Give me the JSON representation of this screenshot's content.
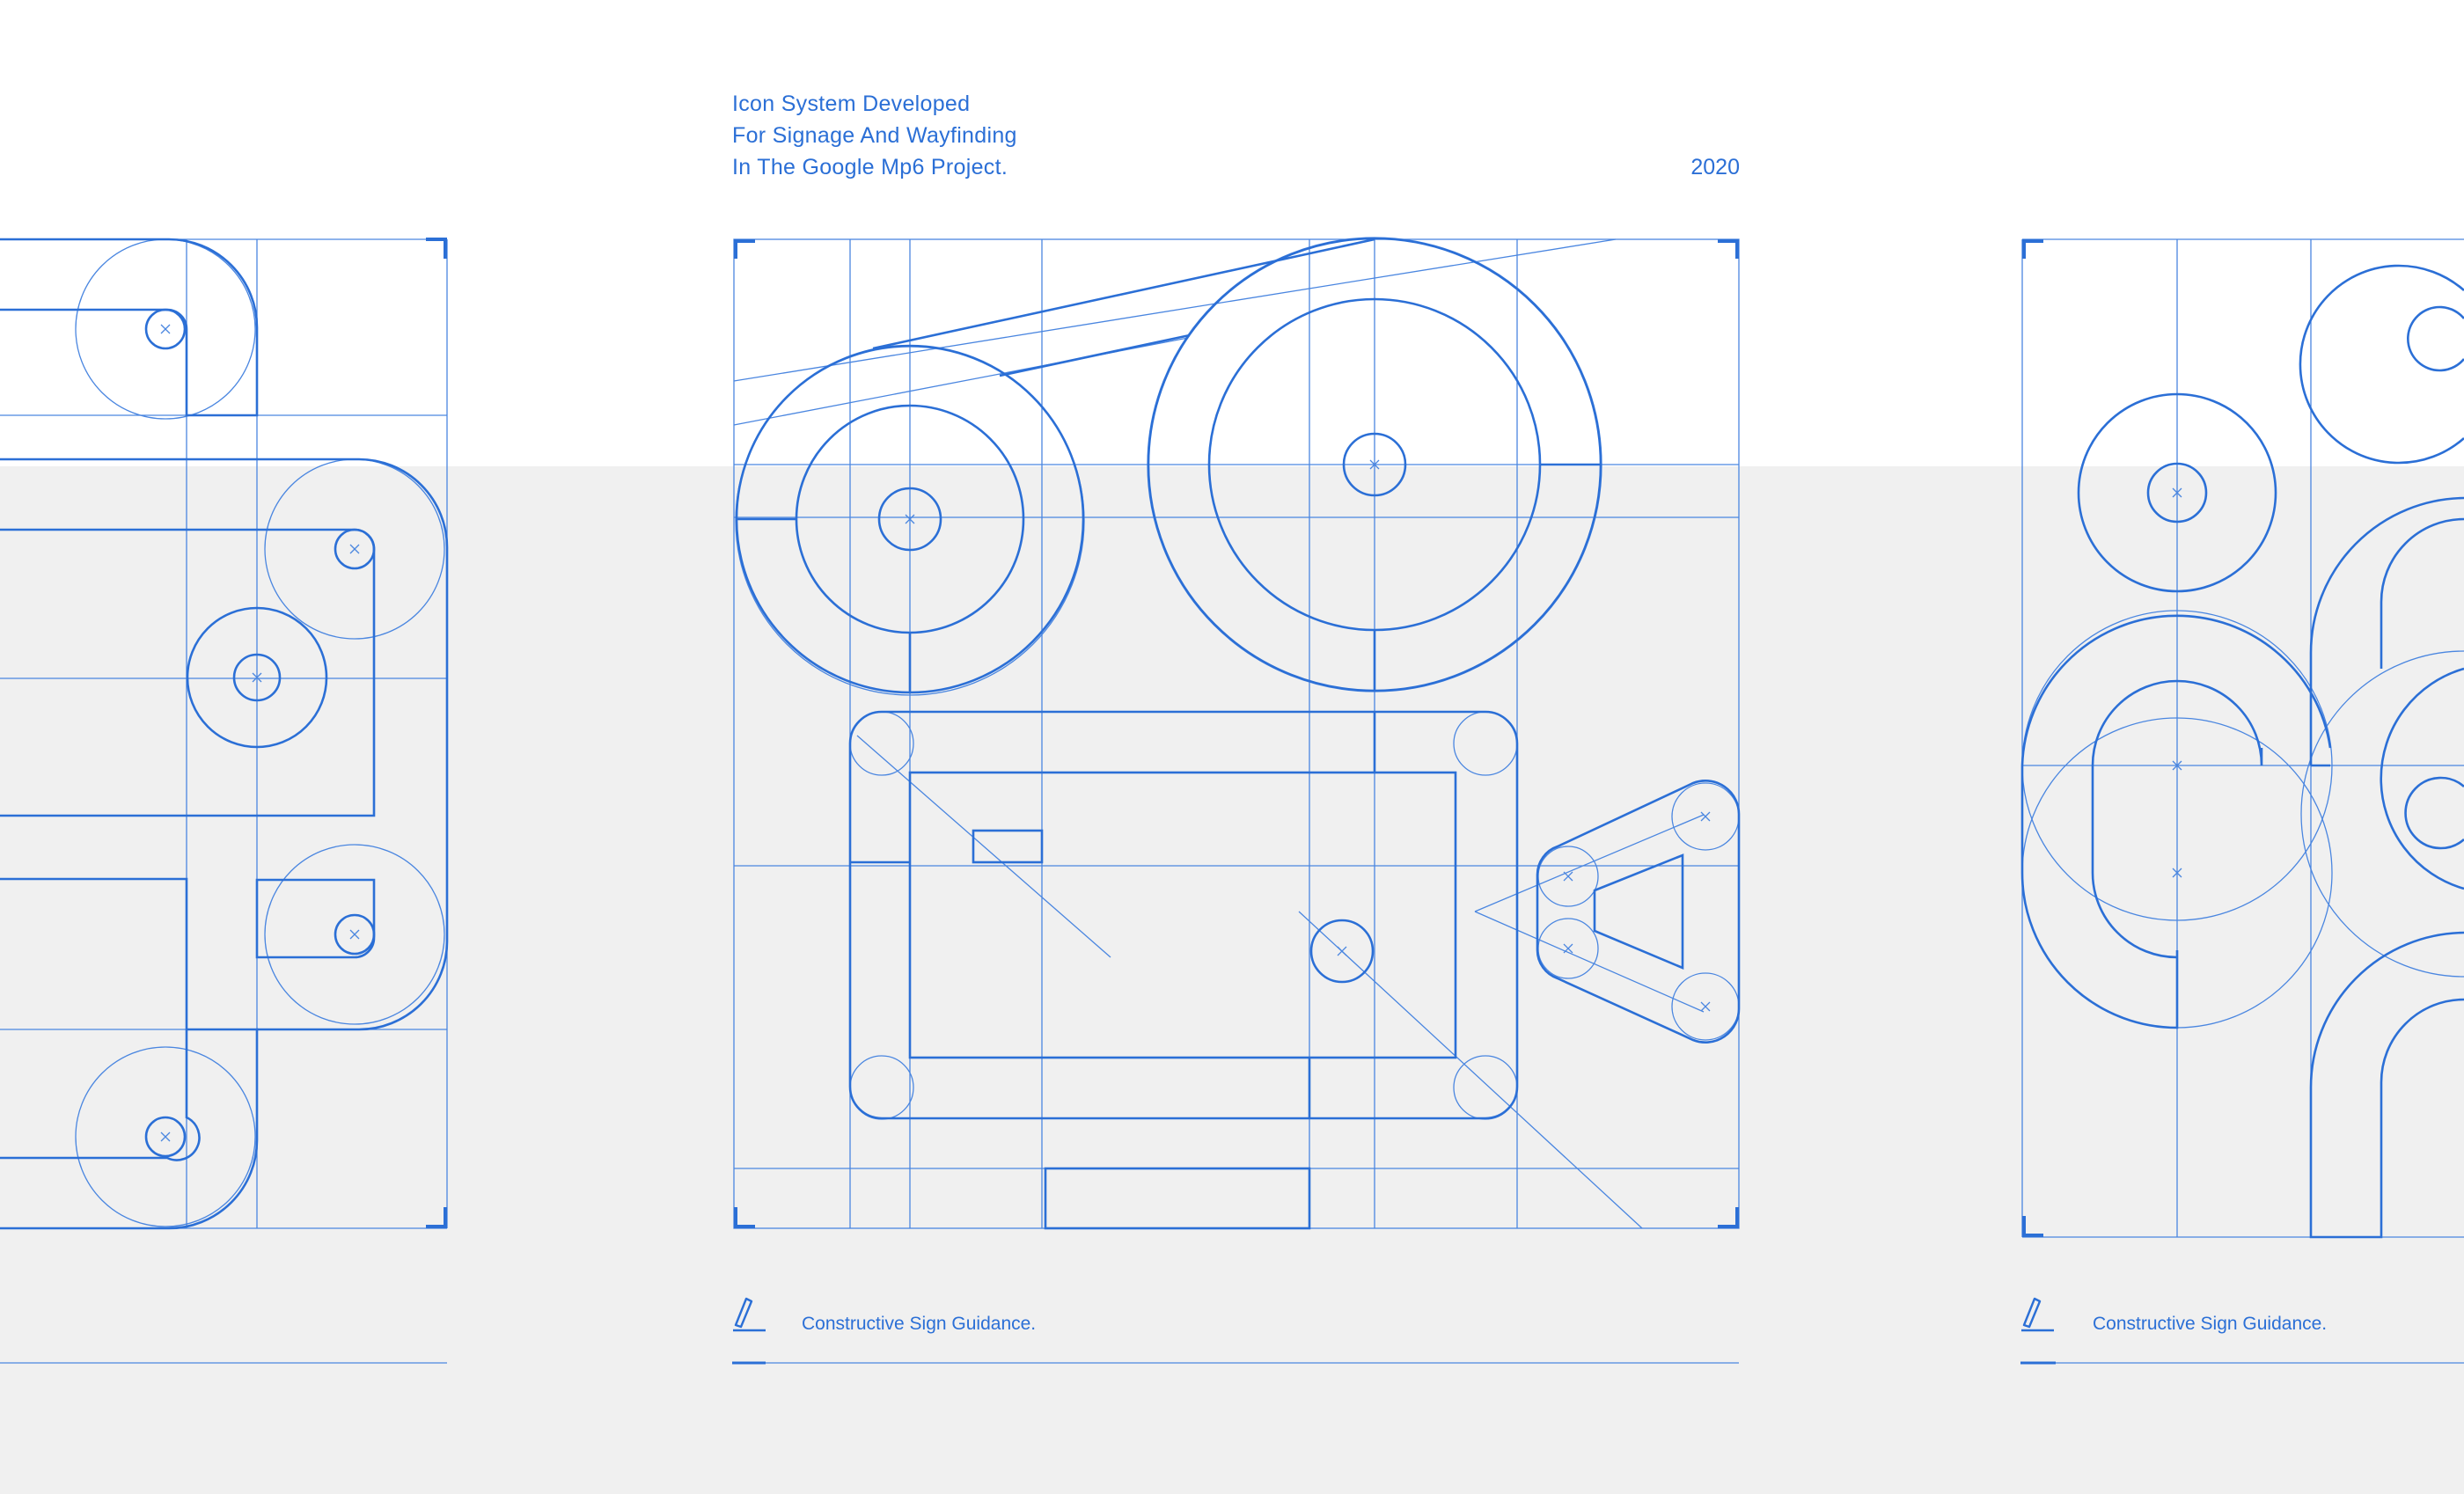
{
  "header": {
    "title_lines": [
      "Icon System Developed",
      "For Signage And Wayfinding",
      "In The Google Mp6 Project."
    ],
    "year": "2020"
  },
  "panels": [
    {
      "id": "left",
      "caption": ""
    },
    {
      "id": "center",
      "caption": "Constructive Sign Guidance."
    },
    {
      "id": "right",
      "caption": "Constructive Sign Guidance."
    }
  ],
  "icons": [
    "pencil-icon"
  ],
  "colors": {
    "accent": "#2b6fd6",
    "grid": "#4a86e0",
    "background_top": "#ffffff",
    "background_bottom": "#f0f0f0"
  }
}
